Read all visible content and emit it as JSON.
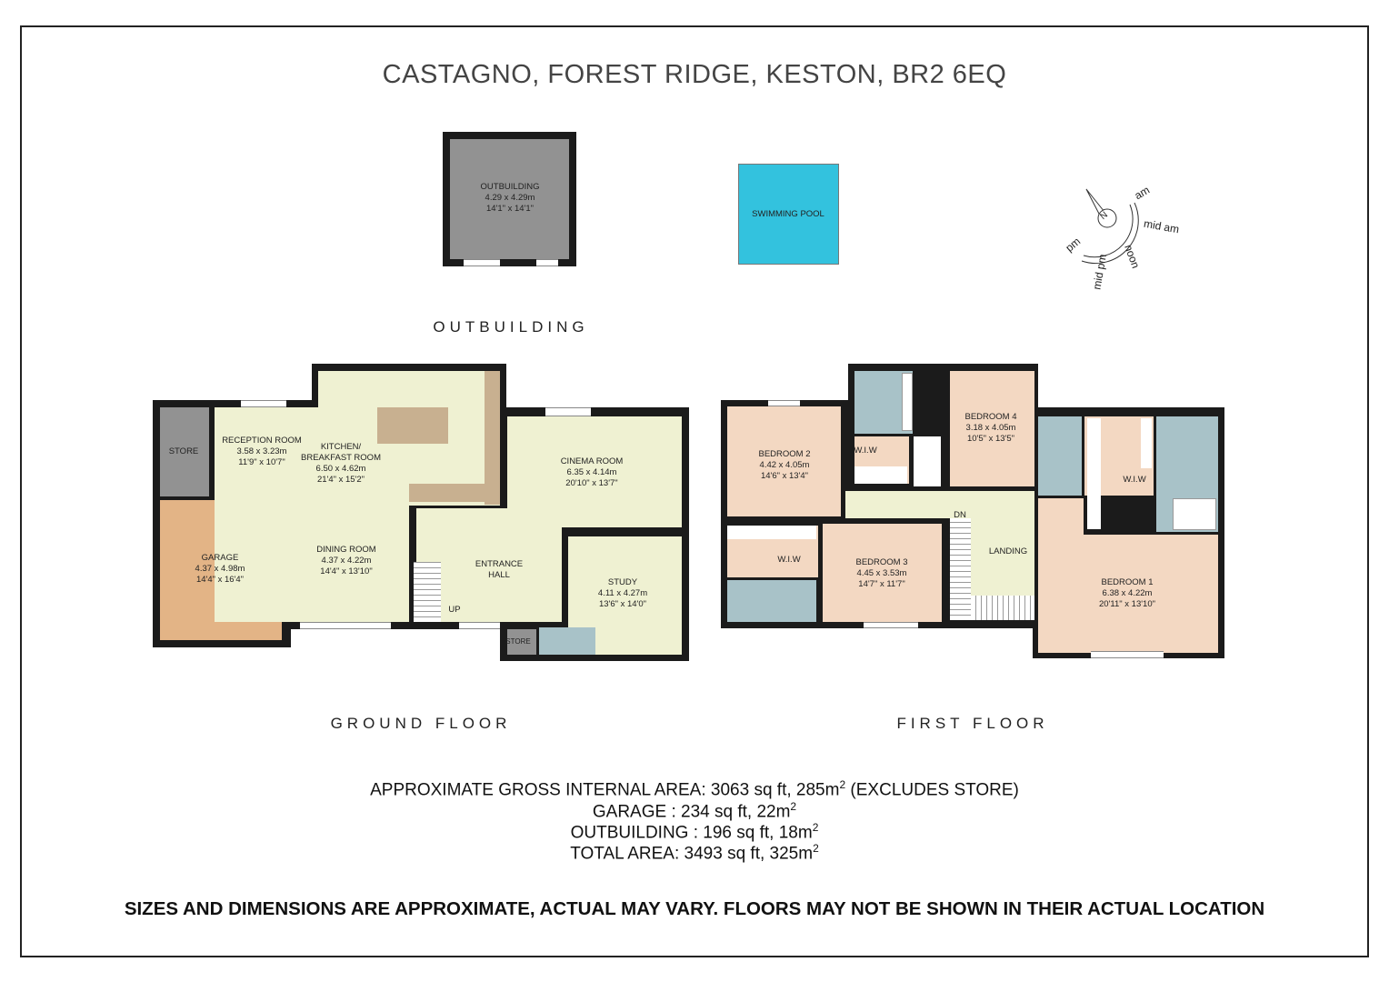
{
  "title": "CASTAGNO, FOREST RIDGE, KESTON, BR2 6EQ",
  "outbuilding": {
    "room": {
      "name": "OUTBUILDING",
      "metric": "4.29 x 4.29m",
      "imperial": "14'1\" x 14'1\""
    },
    "label": "OUTBUILDING"
  },
  "pool": {
    "name": "SWIMMING POOL"
  },
  "compass": {
    "north": "N",
    "am": "am",
    "mid_am": "mid am",
    "noon": "noon",
    "mid_pm": "mid pm",
    "pm": "pm"
  },
  "ground_floor": {
    "label": "GROUND FLOOR",
    "store": "STORE",
    "garage": {
      "name": "GARAGE",
      "metric": "4.37 x 4.98m",
      "imperial": "14'4\" x 16'4\""
    },
    "reception": {
      "name": "RECEPTION ROOM",
      "metric": "3.58 x 3.23m",
      "imperial": "11'9\" x 10'7\""
    },
    "kitchen": {
      "name": "KITCHEN/",
      "name2": "BREAKFAST ROOM",
      "metric": "6.50 x 4.62m",
      "imperial": "21'4\" x 15'2\""
    },
    "dining": {
      "name": "DINING ROOM",
      "metric": "4.37 x 4.22m",
      "imperial": "14'4\" x 13'10\""
    },
    "cinema": {
      "name": "CINEMA ROOM",
      "metric": "6.35 x 4.14m",
      "imperial": "20'10\" x 13'7\""
    },
    "hall": {
      "name": "ENTRANCE",
      "name2": "HALL"
    },
    "study": {
      "name": "STUDY",
      "metric": "4.11 x 4.27m",
      "imperial": "13'6\" x 14'0\""
    },
    "small_store": "STORE",
    "up": "UP"
  },
  "first_floor": {
    "label": "FIRST FLOOR",
    "bed2": {
      "name": "BEDROOM 2",
      "metric": "4.42 x 4.05m",
      "imperial": "14'6\" x 13'4\""
    },
    "bed4": {
      "name": "BEDROOM 4",
      "metric": "3.18 x 4.05m",
      "imperial": "10'5\" x 13'5\""
    },
    "bed3": {
      "name": "BEDROOM 3",
      "metric": "4.45 x 3.53m",
      "imperial": "14'7\" x 11'7\""
    },
    "bed1": {
      "name": "BEDROOM 1",
      "metric": "6.38 x 4.22m",
      "imperial": "20'11\" x 13'10\""
    },
    "wiw1": "W.I.W",
    "wiw2": "W.I.W",
    "wiw3": "W.I.W",
    "landing": "LANDING",
    "dn": "DN"
  },
  "areas": {
    "gross": "APPROXIMATE GROSS INTERNAL AREA: 3063 sq ft, 285m",
    "gross_suffix": " (EXCLUDES STORE)",
    "garage": "GARAGE : 234 sq ft, 22m",
    "outbuilding": "OUTBUILDING : 196 sq ft, 18m",
    "total": "TOTAL AREA: 3493 sq ft, 325m",
    "sup": "2"
  },
  "disclaimer": "SIZES AND DIMENSIONS ARE APPROXIMATE, ACTUAL MAY VARY. FLOORS MAY NOT BE SHOWN IN THEIR ACTUAL LOCATION"
}
